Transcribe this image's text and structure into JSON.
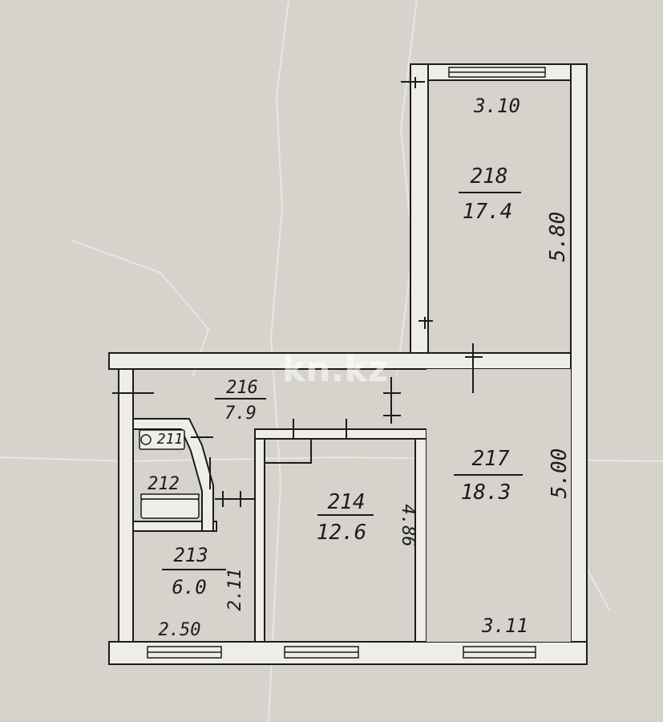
{
  "watermark": "kn.kz",
  "rooms": {
    "r218": {
      "id": "218",
      "area": "17.4"
    },
    "r217": {
      "id": "217",
      "area": "18.3"
    },
    "r216": {
      "id": "216",
      "area": "7.9"
    },
    "r214": {
      "id": "214",
      "area": "12.6"
    },
    "r213": {
      "id": "213",
      "area": "6.0"
    },
    "r212": {
      "id": "212"
    },
    "r211": {
      "id": "211"
    }
  },
  "dimensions": {
    "top_width": "3.10",
    "right_upper": "5.80",
    "right_lower": "5.00",
    "bottom_right": "3.11",
    "bottom_left": "2.50",
    "left_room_height": "2.11",
    "middle_room_height": "4.86"
  },
  "colors": {
    "paper": "#d6d3cc",
    "ink": "#1c1c1c",
    "wall_fill": "#efede8"
  }
}
